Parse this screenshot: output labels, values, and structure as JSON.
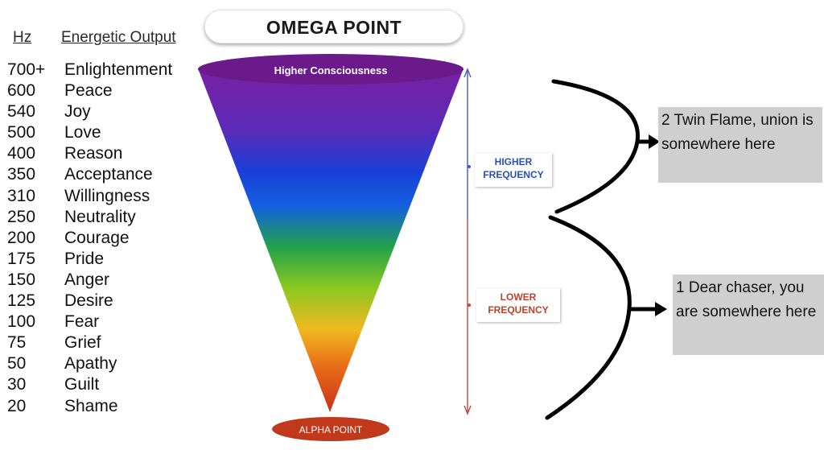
{
  "header": {
    "hz_label": "Hz",
    "output_label": "Energetic Output"
  },
  "title": "OMEGA POINT",
  "scale": [
    {
      "hz": "700+",
      "label": "Enlightenment"
    },
    {
      "hz": "600",
      "label": "Peace"
    },
    {
      "hz": "540",
      "label": "Joy"
    },
    {
      "hz": "500",
      "label": "Love"
    },
    {
      "hz": "400",
      "label": "Reason"
    },
    {
      "hz": "350",
      "label": "Acceptance"
    },
    {
      "hz": "310",
      "label": "Willingness"
    },
    {
      "hz": "250",
      "label": "Neutrality"
    },
    {
      "hz": "200",
      "label": "Courage"
    },
    {
      "hz": "175",
      "label": "Pride"
    },
    {
      "hz": "150",
      "label": "Anger"
    },
    {
      "hz": "125",
      "label": "Desire"
    },
    {
      "hz": "100",
      "label": "Fear"
    },
    {
      "hz": "75",
      "label": "Grief"
    },
    {
      "hz": "50",
      "label": "Apathy"
    },
    {
      "hz": "30",
      "label": "Guilt"
    },
    {
      "hz": "20",
      "label": "Shame"
    }
  ],
  "cone": {
    "top_label": "Higher Consciousness",
    "bottom_label": "ALPHA POINT",
    "colors": [
      "#7a1fa2",
      "#5a2bb8",
      "#1a3fd8",
      "#1460e0",
      "#22a24a",
      "#8cc820",
      "#f0b820",
      "#e86a18",
      "#c8321a"
    ],
    "ellipse_top_color": "#6a1a8a",
    "ellipse_bottom_color": "#c0391b"
  },
  "frequency": {
    "higher_line1": "HIGHER",
    "higher_line2": "FREQUENCY",
    "higher_color": "#2a4fb8",
    "lower_line1": "LOWER",
    "lower_line2": "FREQUENCY",
    "lower_color": "#c0412a"
  },
  "notes": {
    "top": "2 Twin Flame, union is somewhere here",
    "bottom": "1 Dear chaser, you are somewhere here"
  }
}
